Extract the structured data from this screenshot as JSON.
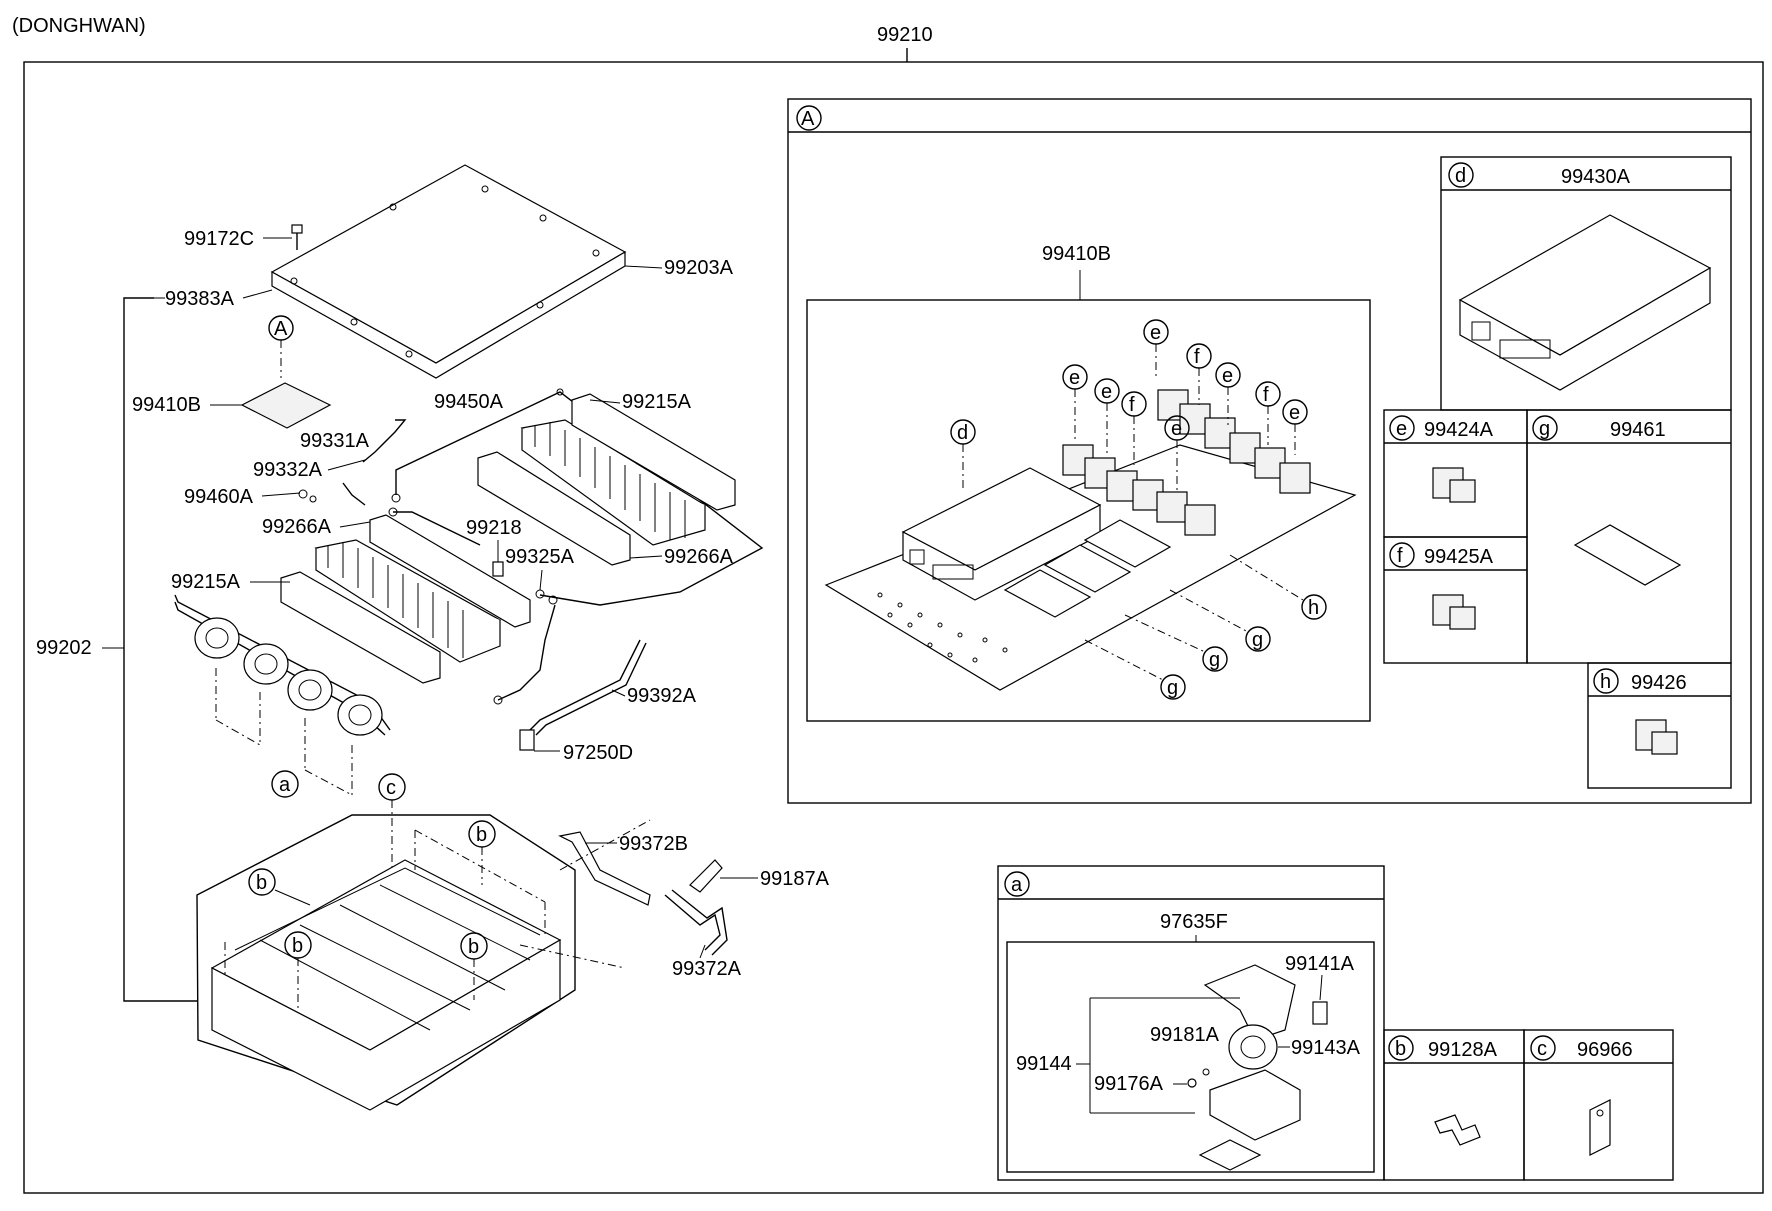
{
  "header": {
    "maker": "(DONGHWAN)",
    "assembly": "99210"
  },
  "callouts": {
    "c99172C": "99172C",
    "c99203A": "99203A",
    "c99383A": "99383A",
    "letterA": "A",
    "c99410B": "99410B",
    "c99450A": "99450A",
    "c99215A_top": "99215A",
    "c99331A": "99331A",
    "c99332A": "99332A",
    "c99460A": "99460A",
    "c99266A_left": "99266A",
    "c99218": "99218",
    "c99325A": "99325A",
    "c99266A_right": "99266A",
    "c99215A_left": "99215A",
    "c99202": "99202",
    "c99392A": "99392A",
    "c97250D": "97250D",
    "letter_a": "a",
    "letter_c": "c",
    "letter_b1": "b",
    "letter_b2": "b",
    "letter_b3": "b",
    "letter_b4": "b",
    "c99372B": "99372B",
    "c99187A": "99187A",
    "c99372A": "99372A"
  },
  "detailA": {
    "letter": "A",
    "board_label": "99410B",
    "markers": {
      "d": "d",
      "e1": "e",
      "e2": "e",
      "e3": "e",
      "e4": "e",
      "e5": "e",
      "e6": "e",
      "f1": "f",
      "f2": "f",
      "f3": "f",
      "g1": "g",
      "g2": "g",
      "g3": "g",
      "h": "h"
    },
    "panels": {
      "d": {
        "letter": "d",
        "part": "99430A"
      },
      "e": {
        "letter": "e",
        "part": "99424A"
      },
      "g": {
        "letter": "g",
        "part": "99461"
      },
      "f": {
        "letter": "f",
        "part": "99425A"
      },
      "h": {
        "letter": "h",
        "part": "99426"
      }
    }
  },
  "detail_a": {
    "letter": "a",
    "assembly": "97635F",
    "c99141A": "99141A",
    "c99181A": "99181A",
    "c99143A": "99143A",
    "c99144": "99144",
    "c99176A": "99176A"
  },
  "detail_b": {
    "letter": "b",
    "part": "99128A"
  },
  "detail_c": {
    "letter": "c",
    "part": "96966"
  }
}
